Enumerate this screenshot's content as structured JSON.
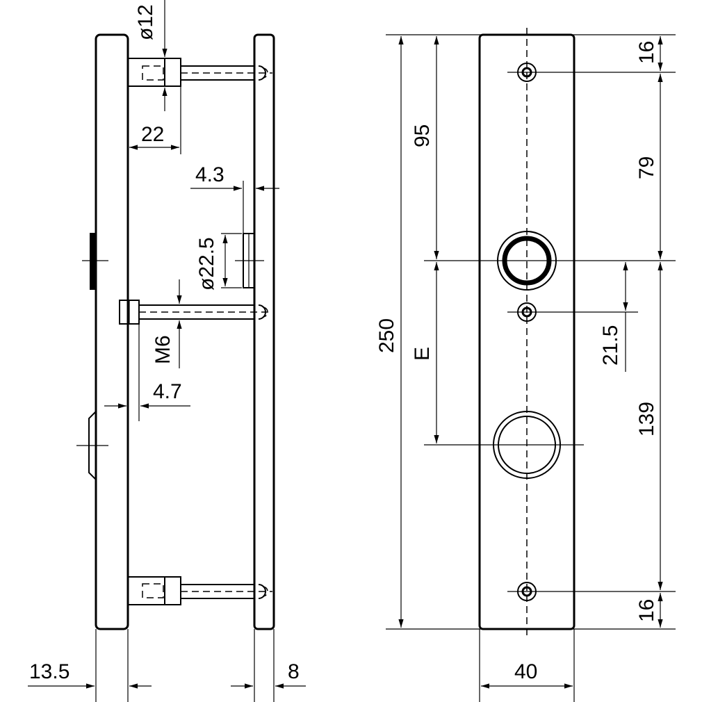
{
  "drawing": {
    "side_view": {
      "dia_bolt": "ø12",
      "len_22": "22",
      "offset_4_3": "4.3",
      "dia_rosette": "ø22.5",
      "thread": "M6",
      "offset_4_7": "4.7",
      "thick_left": "13.5",
      "thick_right": "8"
    },
    "front_view": {
      "height_total": "250",
      "dist_95": "95",
      "dist_E": "E",
      "top_16": "16",
      "dist_79": "79",
      "dist_21_5": "21.5",
      "dist_139": "139",
      "bottom_16": "16",
      "width_40": "40"
    }
  }
}
